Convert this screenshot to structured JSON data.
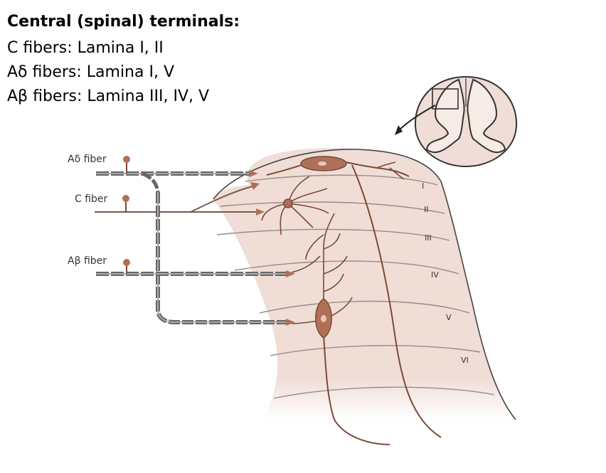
{
  "heading": "Central (spinal) terminals:",
  "lines": [
    "C fibers:   Lamina I, II",
    "Aδ fibers: Lamina I, V",
    "Aβ fibers: Lamina III, IV, V"
  ],
  "fiber_labels": {
    "a_delta": "Aδ fiber",
    "c": "C fiber",
    "a_beta": "Aβ fiber"
  },
  "laminae": [
    "I",
    "II",
    "III",
    "IV",
    "V",
    "VI"
  ],
  "colors": {
    "tissue": "#f0ddd6",
    "neuron": "#b07058",
    "neuron_dark": "#7a4a38",
    "axon": "#8a7a76"
  }
}
